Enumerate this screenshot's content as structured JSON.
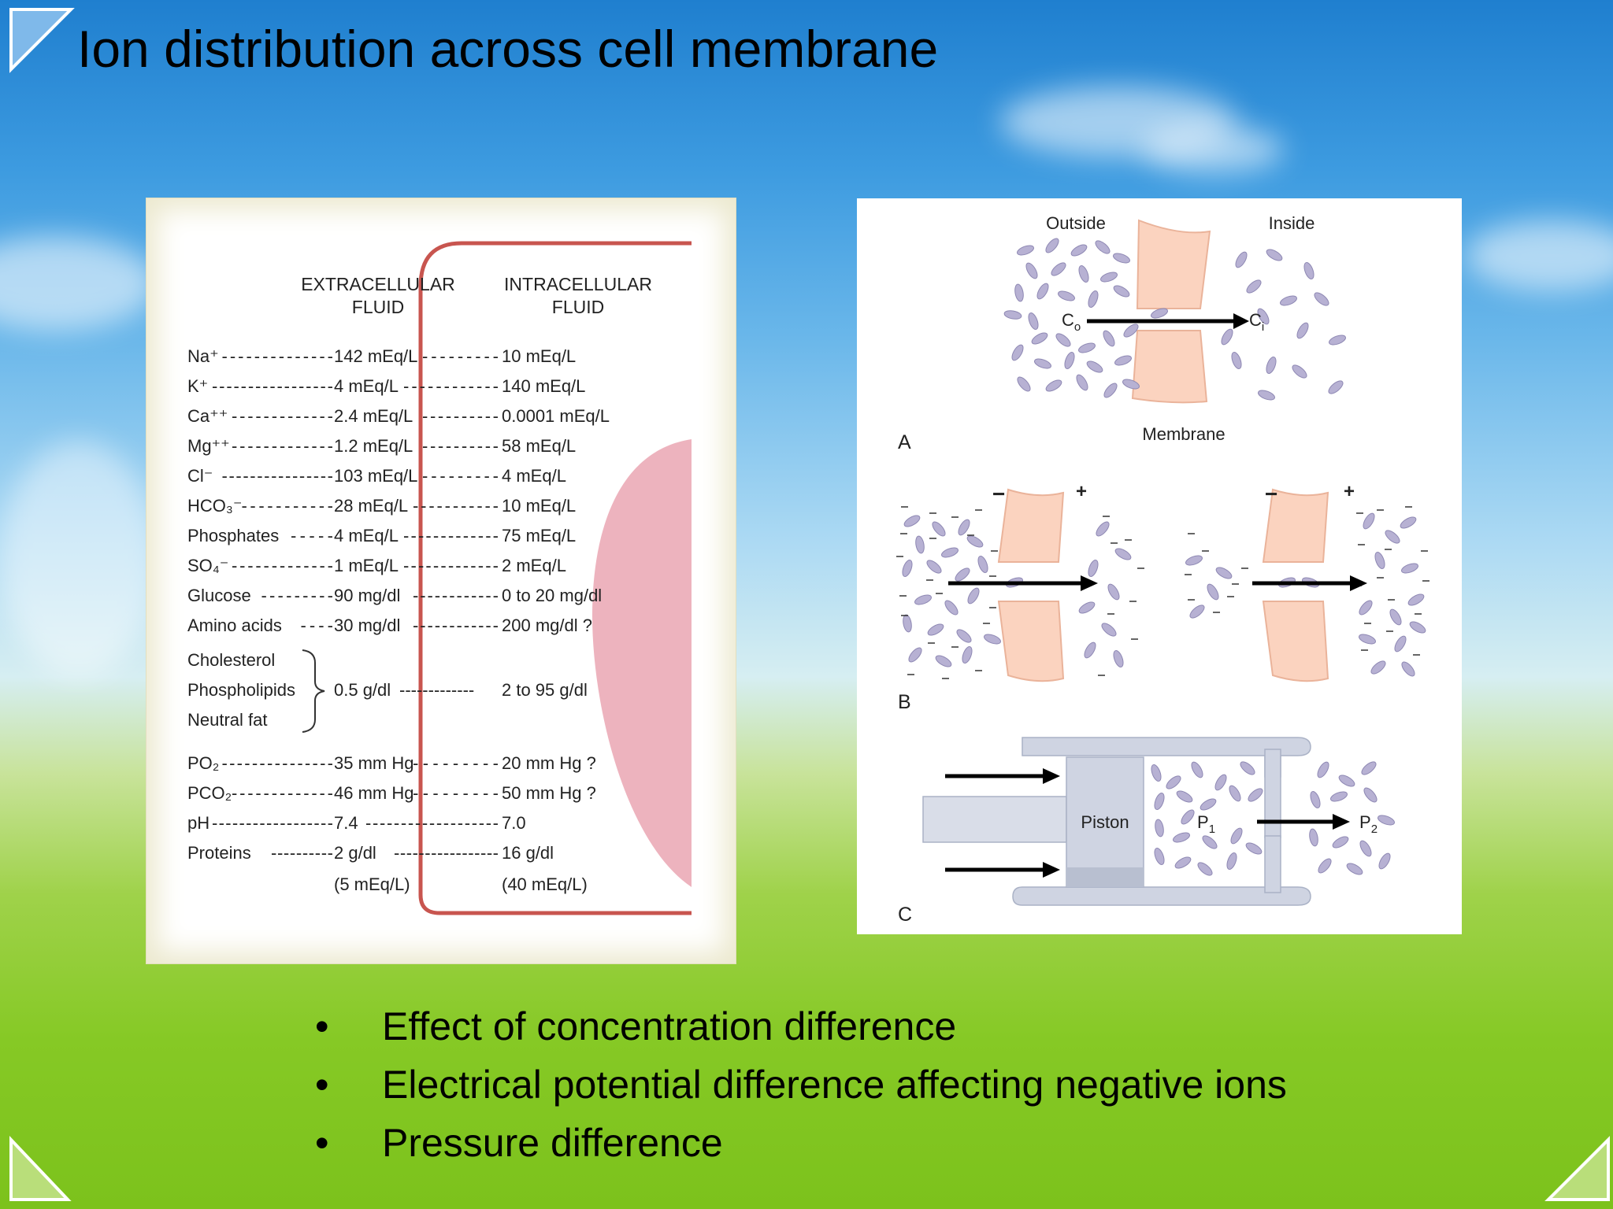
{
  "slide": {
    "title": "Ion distribution across cell membrane",
    "bullets": [
      "Effect of concentration difference",
      "Electrical potential difference affecting negative ions",
      "Pressure difference"
    ],
    "bullet_glyph": "•"
  },
  "table": {
    "col_extra": [
      "EXTRACELLULAR",
      "FLUID"
    ],
    "col_intra": [
      "INTRACELLULAR",
      "FLUID"
    ],
    "rows": [
      {
        "label": "Na⁺",
        "dash": "--------------",
        "extra": "142 mEq/L",
        "dash2": "---------",
        "intra": "10 mEq/L"
      },
      {
        "label": "K⁺",
        "dash": "-----------------",
        "extra": "4 mEq/L",
        "dash2": "------------",
        "intra": "140 mEq/L"
      },
      {
        "label": "Ca⁺⁺",
        "dash": "-------------",
        "extra": "2.4 mEq/L",
        "dash2": "----------",
        "intra": "0.0001 mEq/L"
      },
      {
        "label": "Mg⁺⁺",
        "dash": "-------------",
        "extra": "1.2 mEq/L",
        "dash2": "----------",
        "intra": "58 mEq/L"
      },
      {
        "label": "Cl⁻",
        "dash": "----------------",
        "extra": "103 mEq/L",
        "dash2": "---------",
        "intra": "4 mEq/L"
      },
      {
        "label": "HCO₃⁻",
        "dash": "-----------",
        "extra": "28 mEq/L",
        "dash2": "-----------",
        "intra": "10 mEq/L"
      },
      {
        "label": "Phosphates",
        "dash": "-----",
        "extra": "4 mEq/L",
        "dash2": "-------------",
        "intra": "75 mEq/L"
      },
      {
        "label": "SO₄⁻",
        "dash": "-------------",
        "extra": "1 mEq/L",
        "dash2": "-------------",
        "intra": "2 mEq/L"
      },
      {
        "label": "Glucose",
        "dash": "---------",
        "extra": "90 mg/dl",
        "dash2": "------------",
        "intra": "0 to 20 mg/dl"
      },
      {
        "label": "Amino acids",
        "dash": "----",
        "extra": "30 mg/dl",
        "dash2": "------------",
        "intra": "200 mg/dl ?"
      }
    ],
    "lipids": {
      "labels": [
        "Cholesterol",
        "Phospholipids",
        "Neutral fat"
      ],
      "extra": "0.5 g/dl",
      "dash2": "-------------",
      "intra": "2 to 95 g/dl"
    },
    "rows2": [
      {
        "label": "PO₂",
        "dash": "---------------",
        "extra": "35 mm Hg",
        "dash2": "---------",
        "intra": "20 mm Hg ?"
      },
      {
        "label": "PCO₂",
        "dash": "-------------",
        "extra": "46 mm Hg",
        "dash2": "---------",
        "intra": "50 mm Hg ?"
      },
      {
        "label": "pH",
        "dash": "------------------",
        "extra": "7.4",
        "dash2": "-------------------",
        "intra": "7.0"
      },
      {
        "label": "Proteins",
        "dash": "----------",
        "extra": "2 g/dl",
        "dash2": "-----------------",
        "intra": "16 g/dl"
      }
    ],
    "protein_meq_extra": "(5 mEq/L)",
    "protein_meq_intra": "(40 mEq/L)",
    "colors": {
      "membrane": "#c8554f",
      "cell": "#e79aa8"
    }
  },
  "diagram": {
    "outside": "Outside",
    "inside": "Inside",
    "membrane": "Membrane",
    "c_o": "C",
    "c_o_sub": "o",
    "c_i": "C",
    "c_i_sub": "i",
    "label_a": "A",
    "label_b": "B",
    "label_c": "C",
    "minus": "−",
    "plus": "+",
    "piston": "Piston",
    "p1": "P",
    "p1_sub": "1",
    "p2": "P",
    "p2_sub": "2",
    "colors": {
      "channel": "#fbd3bf",
      "ion": "#b7b1d3",
      "ion_edge": "#8e88b3",
      "piston": "#cfd4e2"
    }
  }
}
